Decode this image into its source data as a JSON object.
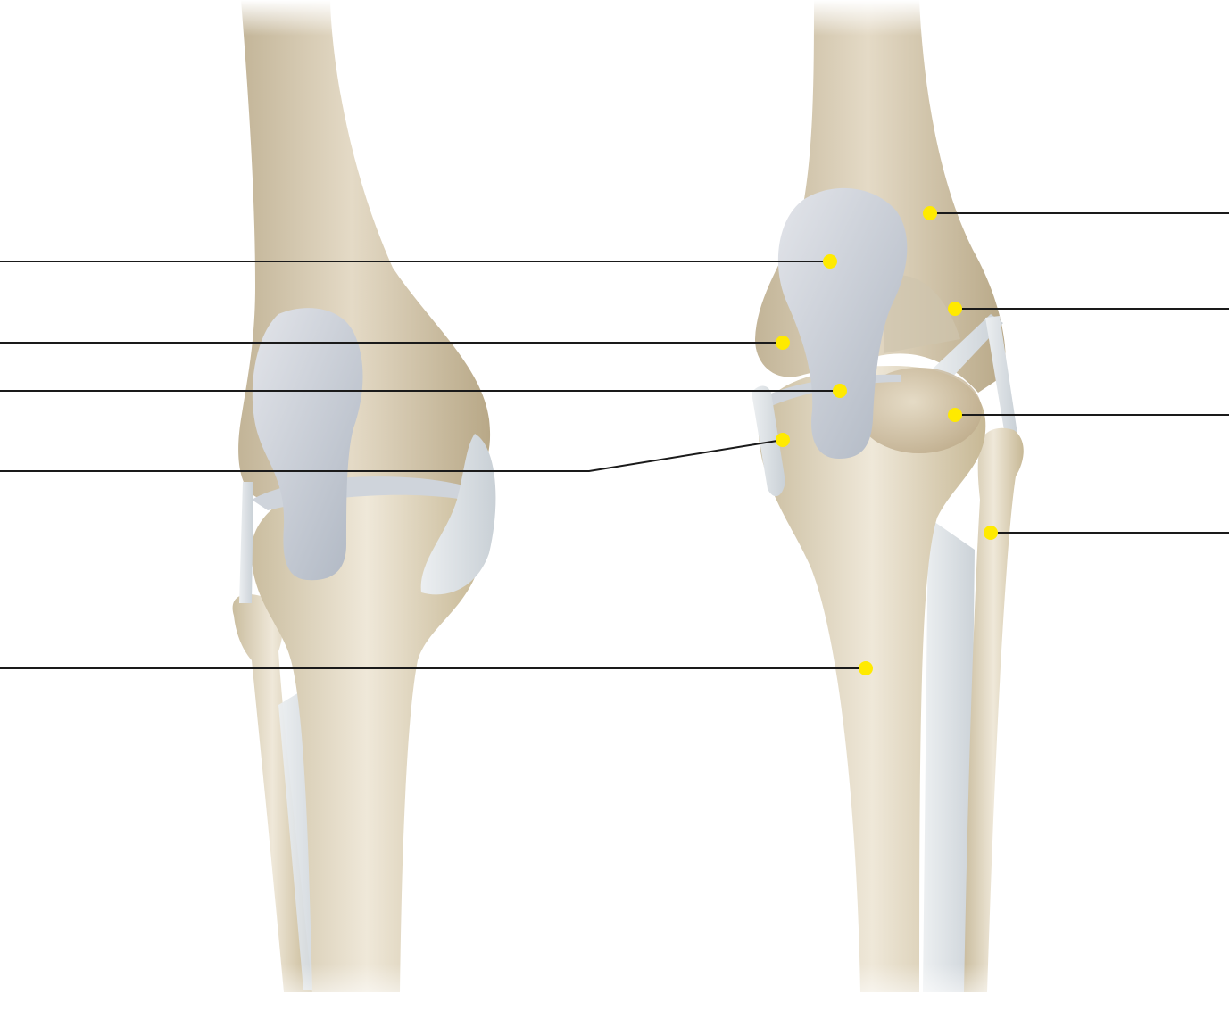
{
  "figure": {
    "title": "",
    "views": [
      {
        "id": "left-knee-view"
      },
      {
        "id": "right-knee-view"
      }
    ],
    "colors": {
      "bone": "#d9cdb5",
      "bone_shadow": "#b9a98a",
      "cartilage": "#c9ced6",
      "ligament": "#dfe3e7",
      "marker": "#ffea00",
      "leader_line": "#1a1a1a",
      "background": "#ffffff"
    },
    "labels": [
      {
        "id": "label-1",
        "text": ""
      },
      {
        "id": "label-2",
        "text": ""
      },
      {
        "id": "label-3",
        "text": ""
      },
      {
        "id": "label-4",
        "text": ""
      },
      {
        "id": "label-5",
        "text": ""
      },
      {
        "id": "label-6",
        "text": ""
      },
      {
        "id": "label-7",
        "text": ""
      },
      {
        "id": "label-8",
        "text": ""
      },
      {
        "id": "label-9",
        "text": ""
      },
      {
        "id": "label-10",
        "text": ""
      }
    ],
    "marker_icon": "yellow-dot-marker"
  }
}
